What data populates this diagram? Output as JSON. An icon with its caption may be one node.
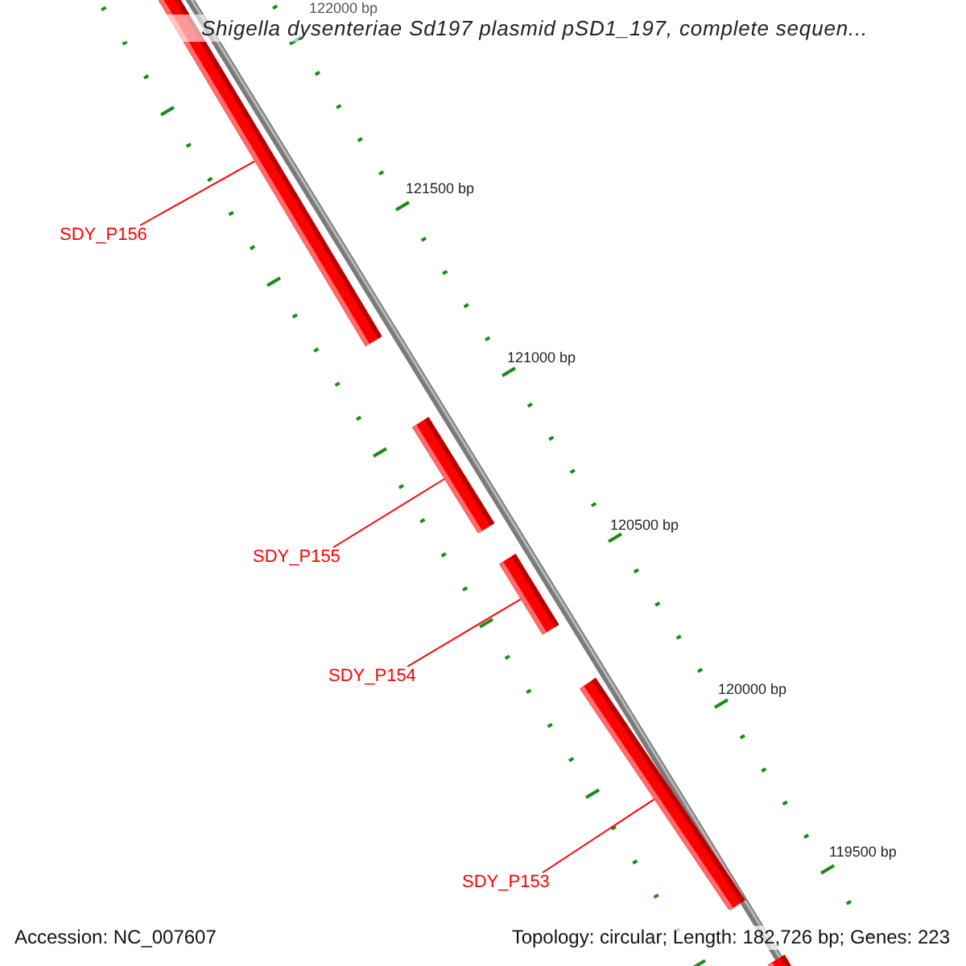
{
  "diagram": {
    "title": "Shigella dysenteriae Sd197 plasmid pSD1_197, complete sequen...",
    "nodes": [
      {
        "text": [
          "SDY_P156"
        ]
      },
      {
        "text": [],
        "shape": "bar"
      },
      {
        "text": [
          "SDY_P155"
        ]
      },
      {
        "text": [],
        "shape": "bar"
      },
      {
        "text": [
          "SDY_P154"
        ]
      },
      {
        "text": [],
        "shape": "bar"
      },
      {
        "text": [
          "SDY_P153"
        ]
      },
      {
        "text": [],
        "shape": "bar"
      },
      {
        "text": [],
        "shape": "bar"
      }
    ],
    "edges": [
      {
        "from": 0,
        "to": 1,
        "arrow": "none"
      },
      {
        "from": 2,
        "to": 3,
        "arrow": "none"
      },
      {
        "from": 4,
        "to": 5,
        "arrow": "none"
      },
      {
        "from": 6,
        "to": 7,
        "arrow": "none"
      }
    ],
    "labels": [
      "122000 bp",
      "121500 bp",
      "121000 bp",
      "120500 bp",
      "120000 bp",
      "119500 bp",
      "Accession: NC_007607",
      "Topology: circular; Length: 182,726 bp; Genes: 223"
    ]
  }
}
